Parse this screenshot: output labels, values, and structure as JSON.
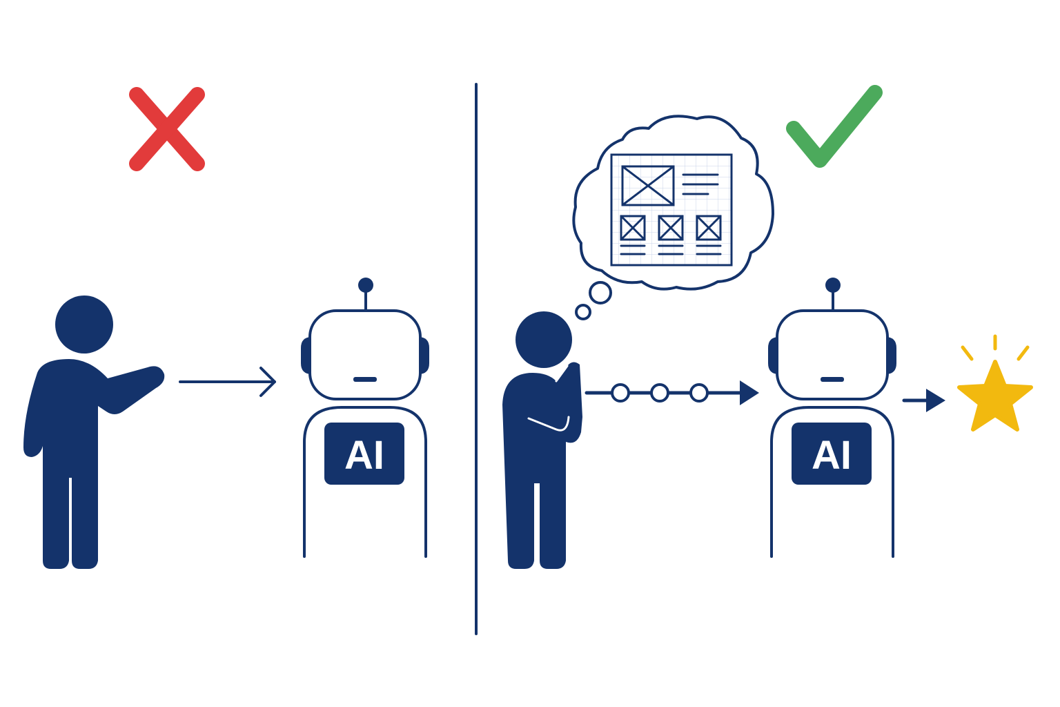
{
  "colors": {
    "navy": "#14336b",
    "red": "#e23b3b",
    "green": "#4caa5c",
    "gold": "#f2b90f",
    "background": "#ffffff",
    "sketch_grid": "#c9d3ea"
  },
  "left_panel": {
    "status_icon": "cross-mark-icon",
    "robot_badge": "AI"
  },
  "right_panel": {
    "status_icon": "check-mark-icon",
    "robot_badge": "AI",
    "result_icon": "star-icon",
    "sketch_thumbnails": 3
  }
}
